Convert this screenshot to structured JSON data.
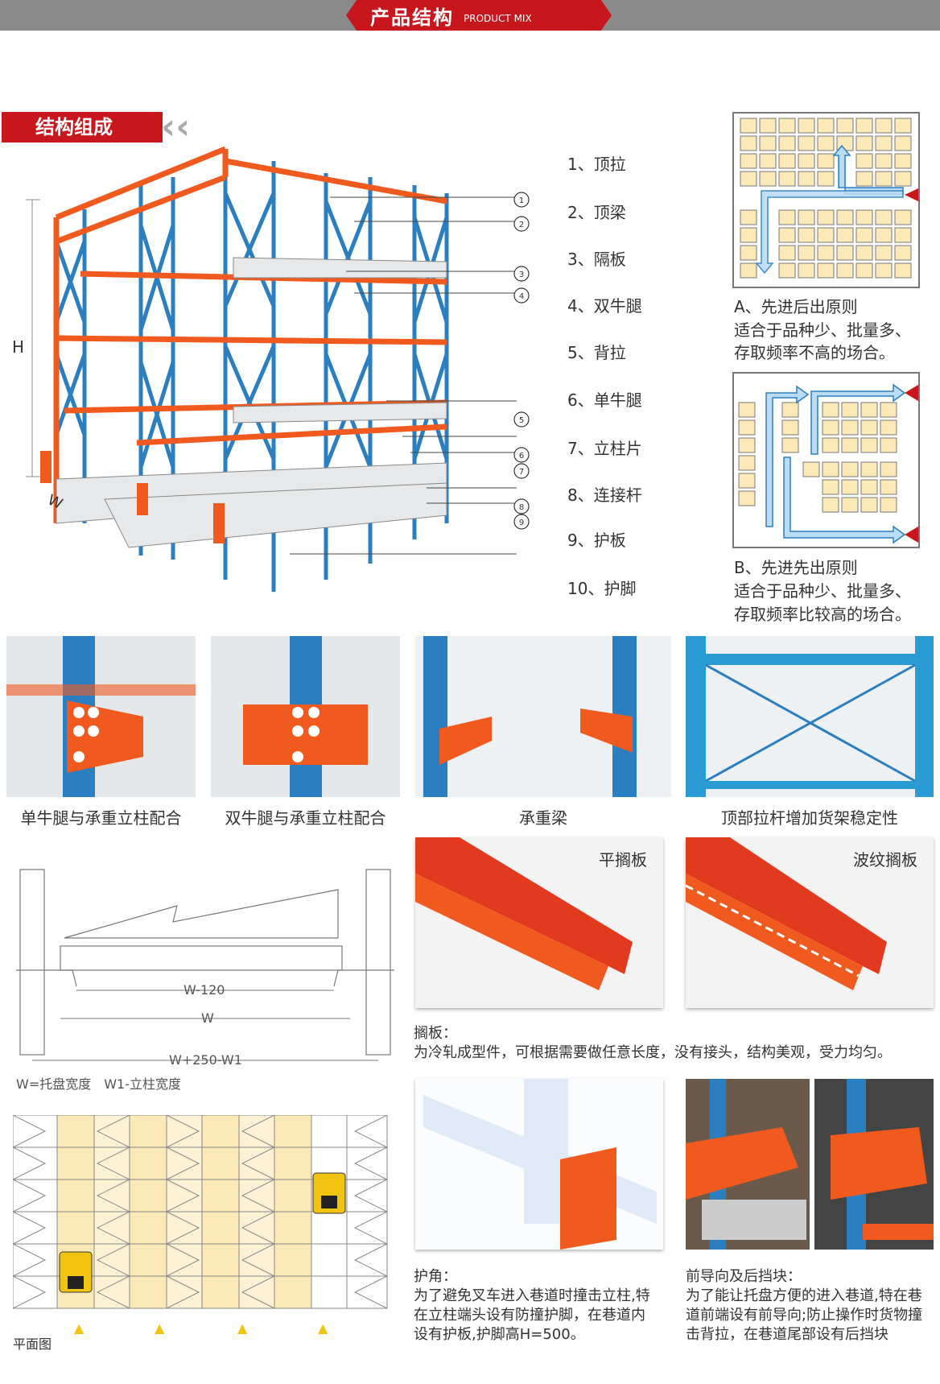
{
  "header": {
    "title": "产品结构",
    "subtitle": "PRODUCT MIX"
  },
  "section": {
    "title": "结构组成",
    "dim_h": "H",
    "dim_w": "W"
  },
  "legend": [
    {
      "num": "1",
      "label": "1、顶拉"
    },
    {
      "num": "2",
      "label": "2、顶梁"
    },
    {
      "num": "3",
      "label": "3、隔板"
    },
    {
      "num": "4",
      "label": "4、双牛腿"
    },
    {
      "num": "5",
      "label": "5、背拉"
    },
    {
      "num": "6",
      "label": "6、单牛腿"
    },
    {
      "num": "7",
      "label": "7、立柱片"
    },
    {
      "num": "8",
      "label": "8、连接杆"
    },
    {
      "num": "9",
      "label": "9、护板"
    },
    {
      "num": "10",
      "label": "10、护脚"
    }
  ],
  "principles": {
    "a_title": "A、先进后出原则",
    "a_desc1": "适合于品种少、批量多、",
    "a_desc2": "存取频率不高的场合。",
    "b_title": "B、先进先出原则",
    "b_desc1": "适合于品种少、批量多、",
    "b_desc2": "存取频率比较高的场合。"
  },
  "photos": [
    {
      "caption": "单牛腿与承重立柱配合"
    },
    {
      "caption": "双牛腿与承重立柱配合"
    },
    {
      "caption": "承重梁"
    },
    {
      "caption": "顶部拉杆增加货架稳定性"
    }
  ],
  "shelves": {
    "flat": "平搁板",
    "wave": "波纹搁板",
    "note_title": "搁板：",
    "note_text": "为冷轧成型件，可根据需要做任意长度，没有接头，结构美观，受力均匀。"
  },
  "dims": {
    "w120": "W-120",
    "w": "W",
    "w250": "W+250-W1",
    "legend": "W=托盘宽度　W1-立柱宽度"
  },
  "plan": {
    "label": "平面图"
  },
  "corner": {
    "title": "护角：",
    "l1": "为了避免叉车进入巷道时撞击立柱,特",
    "l2": "在立柱端头设有防撞护脚，在巷道内",
    "l3": "设有护板,护脚高H=500。"
  },
  "guide": {
    "title": "前导向及后挡块：",
    "l1": "为了能让托盘方便的进入巷道,特在巷",
    "l2": "道前端设有前导向;防止操作时货物撞",
    "l3": "击背拉，在巷道尾部设有后挡块"
  },
  "colors": {
    "red": "#c8161d",
    "orange": "#f05a1e",
    "blue": "#2b7fc1",
    "cell": "#fbe9b7"
  }
}
